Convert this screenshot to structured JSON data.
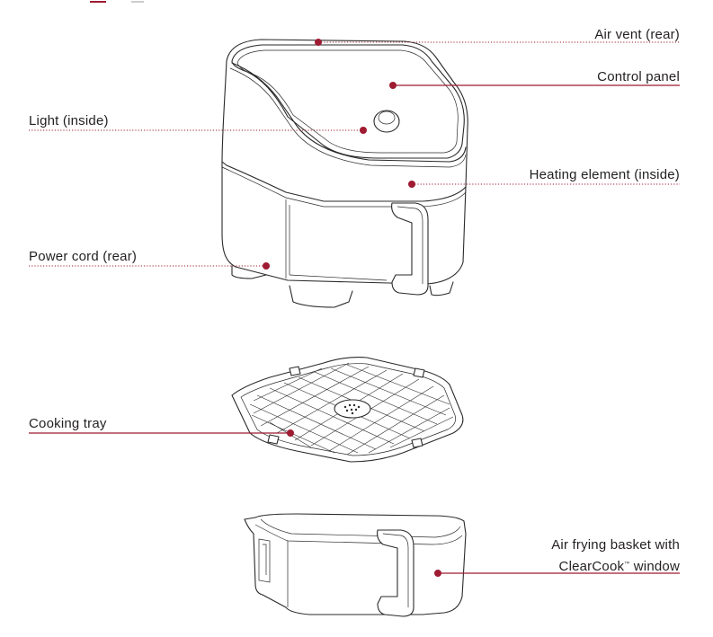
{
  "labels": {
    "air_vent": "Air vent (rear)",
    "control_panel": "Control panel",
    "light": "Light (inside)",
    "heating_element": "Heating element (inside)",
    "power_cord": "Power cord (rear)",
    "cooking_tray": "Cooking tray",
    "basket_line1": "Air frying basket with",
    "basket_line2_a": "ClearCook",
    "basket_tm": "™",
    "basket_line2_b": " window"
  },
  "colors": {
    "accent": "#9e1b32",
    "line_art": "#2a2a2a",
    "text": "#231f20"
  }
}
